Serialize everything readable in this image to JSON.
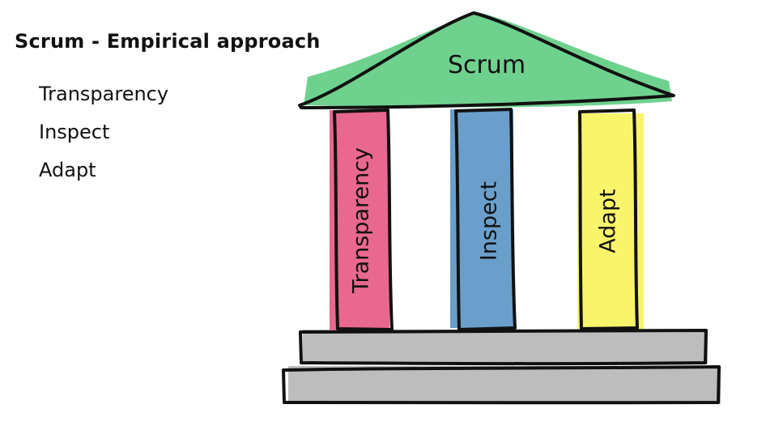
{
  "title": "Scrum - Empirical approach",
  "principles": [
    "Transparency",
    "Inspect",
    "Adapt"
  ],
  "temple": {
    "roof_label": "Scrum",
    "pillars": [
      {
        "label": "Transparency",
        "color": "#e8688f"
      },
      {
        "label": "Inspect",
        "color": "#6a9fcb"
      },
      {
        "label": "Adapt",
        "color": "#f8f56a"
      }
    ],
    "roof_color": "#6fd18e",
    "base_color": "#bdbdbd",
    "outline_color": "#111111"
  }
}
